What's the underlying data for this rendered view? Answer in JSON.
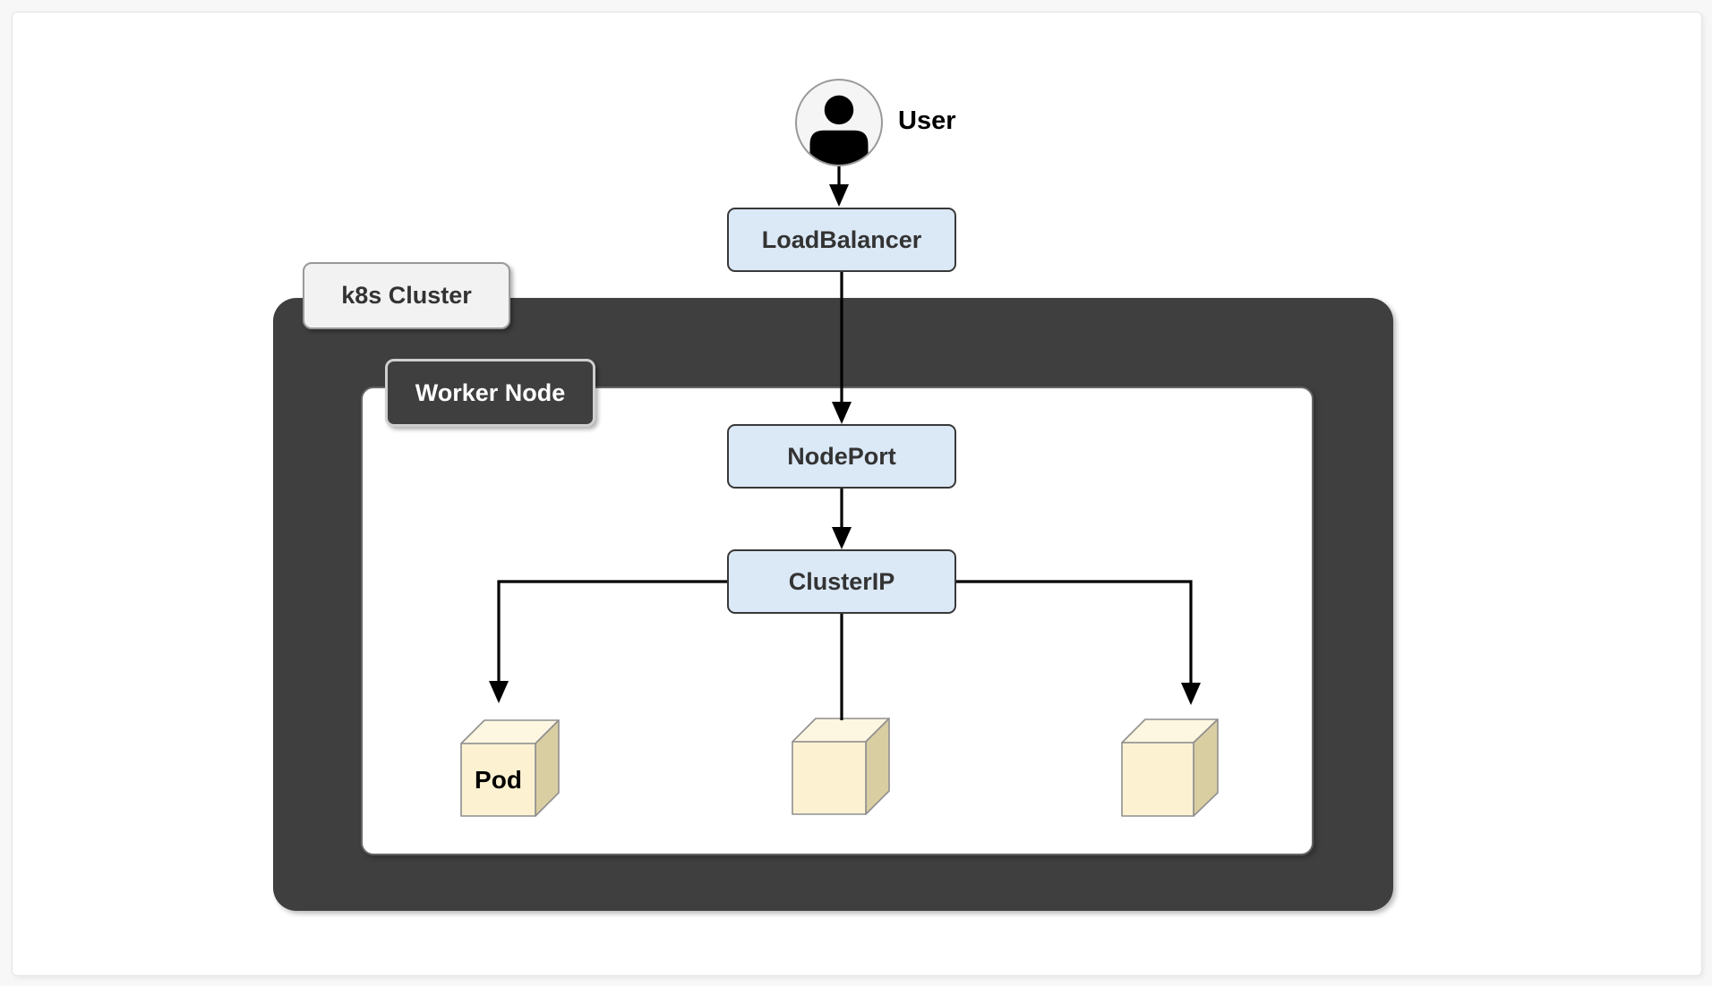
{
  "colors": {
    "page-bg": "#f7f7f7",
    "card-bg": "#ffffff",
    "card-border": "#e4e4e4",
    "cluster-fill": "#3f3f3f",
    "worker-fill": "#ffffff",
    "worker-border": "#666666",
    "container-label-light-fill": "#f2f2f2",
    "container-label-border": "#999999",
    "node-fill": "#dbe8f6",
    "node-border": "#383838",
    "node-text": "#333333",
    "label-dark-text": "#ffffff",
    "user-circle-fill": "#f5f5f5",
    "user-circle-border": "#999999",
    "cube-front": "#fcf2d2",
    "cube-top": "#fdf6e0",
    "cube-side": "#d9cda2",
    "cube-border": "#8f8f8f",
    "connector": "#000000"
  },
  "diagram": {
    "user": {
      "label": "User"
    },
    "containers": {
      "k8s_cluster": {
        "label": "k8s Cluster"
      },
      "worker_node": {
        "label": "Worker Node"
      }
    },
    "nodes": {
      "load_balancer": {
        "label": "LoadBalancer"
      },
      "node_port": {
        "label": "NodePort"
      },
      "cluster_ip": {
        "label": "ClusterIP"
      }
    },
    "pods": [
      {
        "label": "Pod"
      },
      {
        "label": ""
      },
      {
        "label": ""
      }
    ],
    "edges": [
      {
        "from": "User",
        "to": "LoadBalancer",
        "arrow": true
      },
      {
        "from": "LoadBalancer",
        "to": "NodePort",
        "arrow": true
      },
      {
        "from": "NodePort",
        "to": "ClusterIP",
        "arrow": true
      },
      {
        "from": "ClusterIP",
        "to": "Pod-1",
        "arrow": true
      },
      {
        "from": "ClusterIP",
        "to": "Pod-2",
        "arrow": false
      },
      {
        "from": "ClusterIP",
        "to": "Pod-3",
        "arrow": true
      }
    ]
  }
}
